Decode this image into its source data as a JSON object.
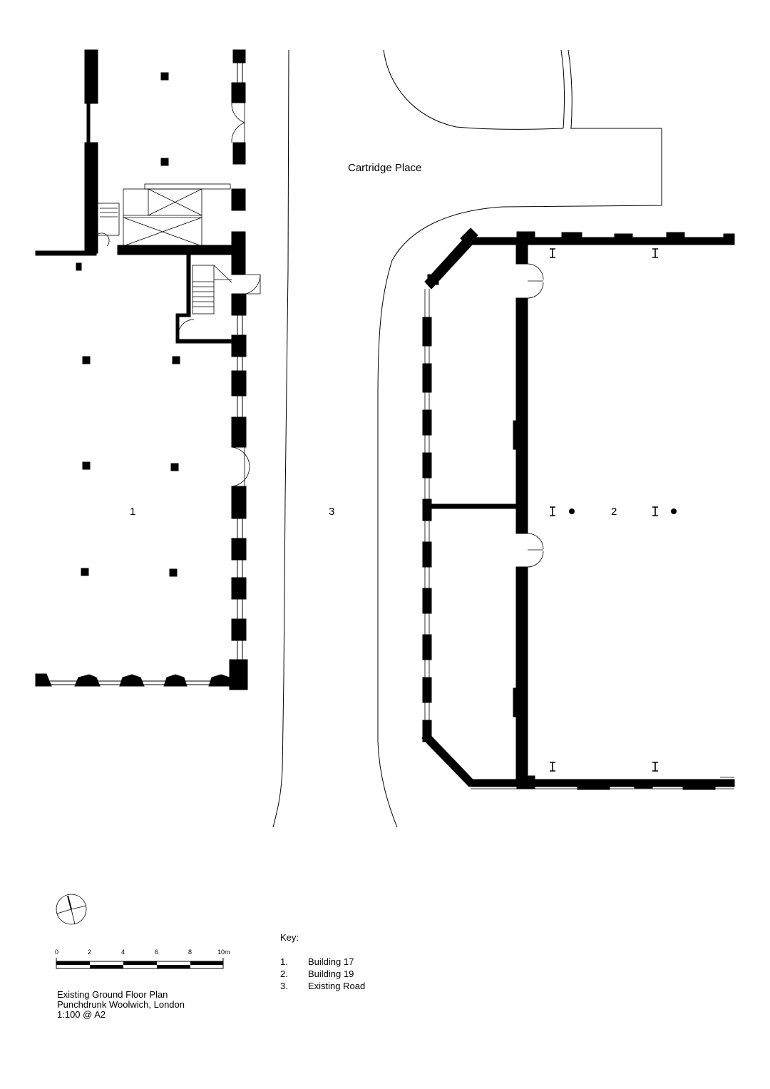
{
  "plan": {
    "street_name": "Cartridge Place",
    "building_labels": [
      "1",
      "2",
      "3"
    ]
  },
  "scale_bar": {
    "ticks": [
      "0",
      "2",
      "4",
      "6",
      "8",
      "10m"
    ]
  },
  "title_block": {
    "line1": "Existing Ground Floor Plan",
    "line2": "Punchdrunk Woolwich, London",
    "line3": "1:100 @ A2"
  },
  "key": {
    "heading": "Key:",
    "items": [
      {
        "num": "1.",
        "label": "Building 17"
      },
      {
        "num": "2.",
        "label": "Building 19"
      },
      {
        "num": "3.",
        "label": "Existing Road"
      }
    ]
  },
  "colors": {
    "wall": "#000000",
    "line": "#000000",
    "paper": "#ffffff"
  }
}
